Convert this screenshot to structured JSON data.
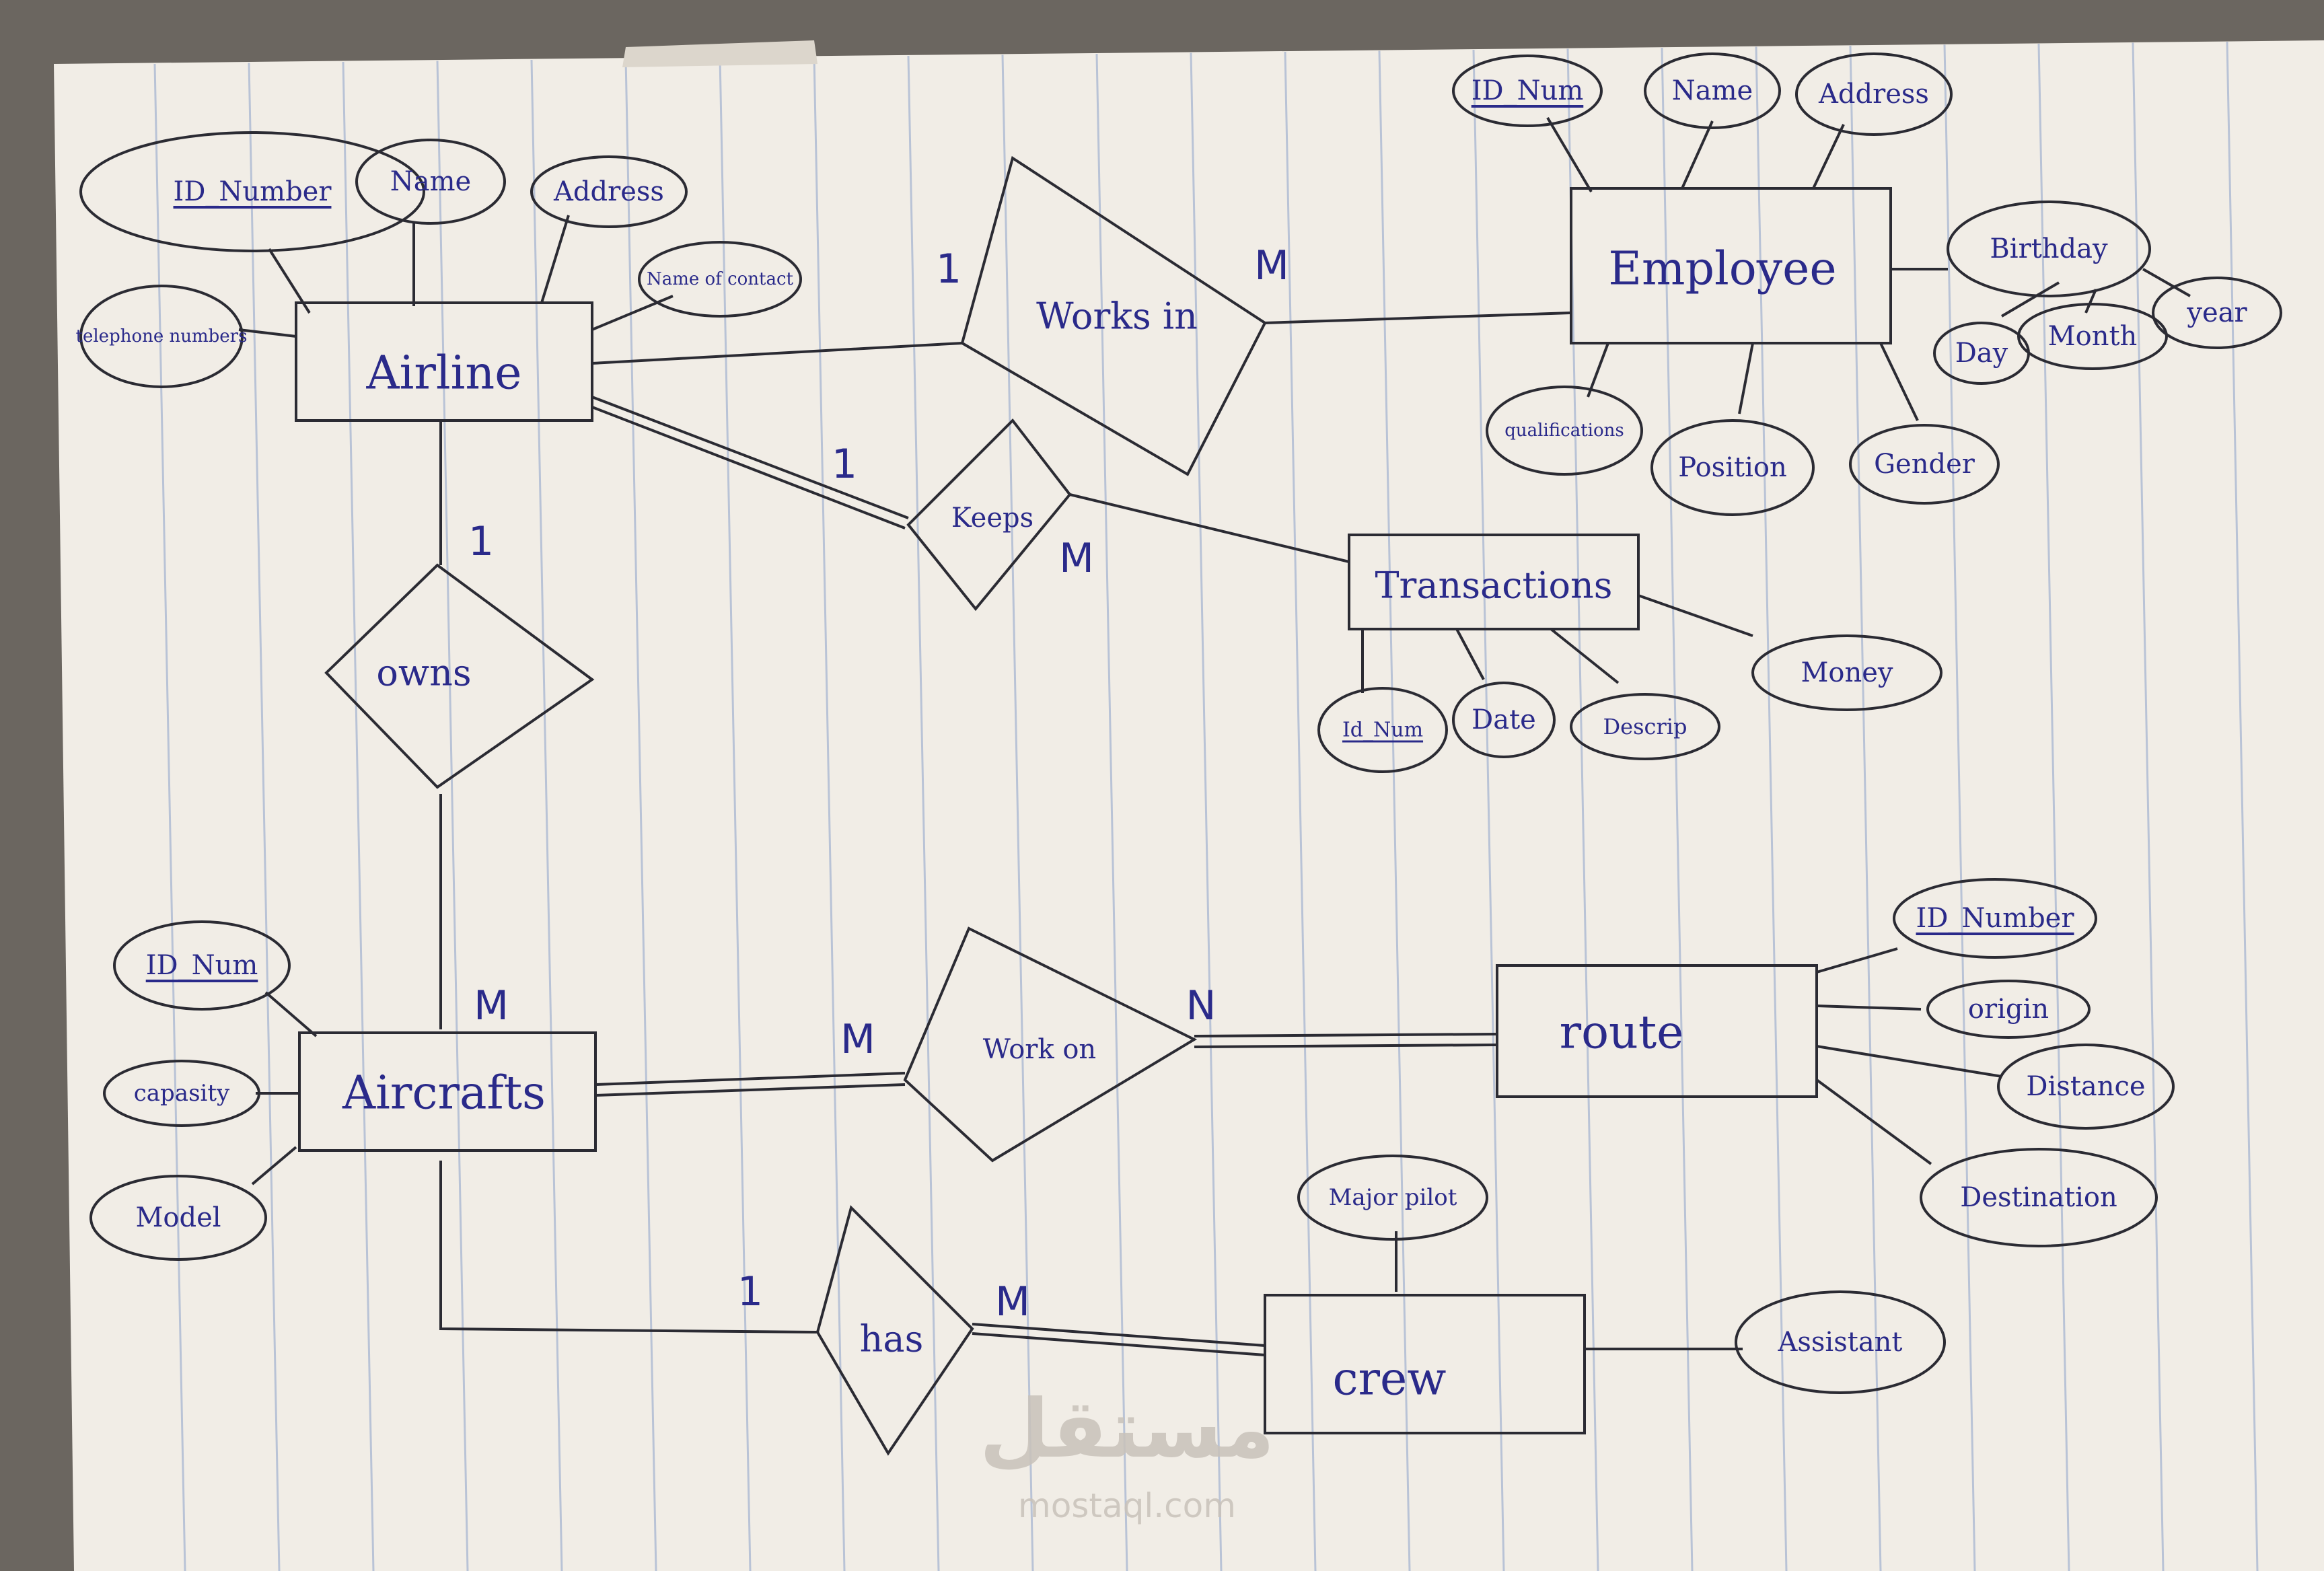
{
  "entities": {
    "airline": "Airline",
    "employee": "Employee",
    "transactions": "Transactions",
    "aircrafts": "Aircrafts",
    "route": "route",
    "crew": "crew"
  },
  "relationships": {
    "works_in": "Works in",
    "keeps": "Keeps",
    "owns": "owns",
    "work_on": "Work on",
    "has": "has"
  },
  "attributes": {
    "airline": [
      "ID_Number",
      "Name",
      "Address",
      "Name of contact",
      "telephone numbers"
    ],
    "employee": [
      "ID_Num",
      "Name",
      "Address",
      "Birthday",
      "year",
      "Month",
      "Day",
      "qualifications",
      "Position",
      "Gender"
    ],
    "transactions": [
      "Id_Num",
      "Date",
      "Descrip",
      "Money"
    ],
    "aircrafts": [
      "ID_Num",
      "capasity",
      "Model"
    ],
    "route": [
      "ID_Number",
      "origin",
      "Distance",
      "Destination"
    ],
    "crew": [
      "Major pilot",
      "Assistant"
    ]
  },
  "cardinalities": {
    "airline_works_in": "1",
    "works_in_employee": "M",
    "airline_keeps": "1",
    "keeps_transactions": "M",
    "airline_owns": "1",
    "owns_aircrafts": "M",
    "aircrafts_work_on": "M",
    "work_on_route": "N",
    "aircrafts_has": "1",
    "has_crew": "M"
  },
  "watermark": {
    "arabic": "مستقل",
    "latin": "mostaql.com"
  },
  "colors": {
    "ink": "#2a2a8a",
    "line": "#2b2b33",
    "paper": "#f1ede6",
    "rule": "#b9c3d6",
    "background": "#6b6660"
  }
}
